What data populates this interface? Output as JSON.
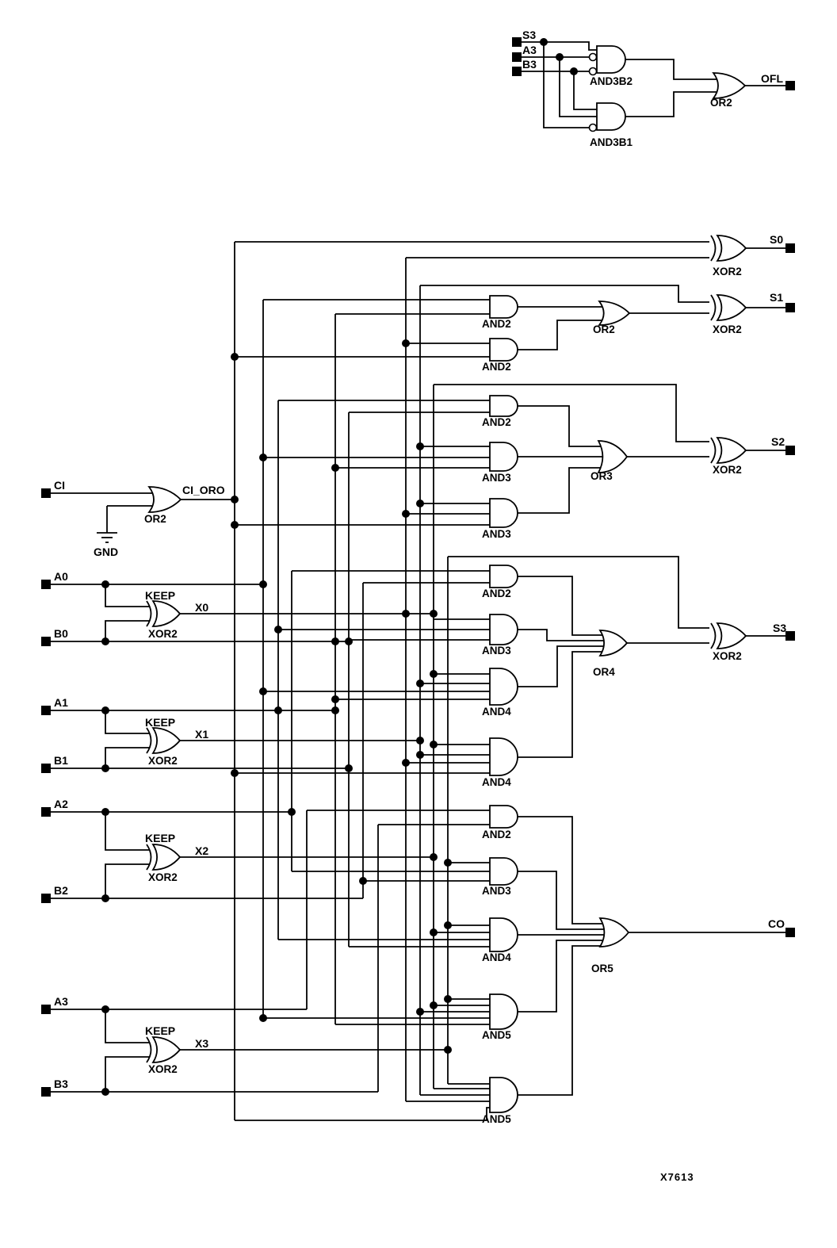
{
  "schematic": {
    "watermark": "X7613",
    "ink_color": "#000000",
    "background_color": "#ffffff",
    "pins": {
      "left_inputs": [
        {
          "id": "ci",
          "label": "CI"
        },
        {
          "id": "a0",
          "label": "A0"
        },
        {
          "id": "b0",
          "label": "B0"
        },
        {
          "id": "a1",
          "label": "A1"
        },
        {
          "id": "b1",
          "label": "B1"
        },
        {
          "id": "a2",
          "label": "A2"
        },
        {
          "id": "b2",
          "label": "B2"
        },
        {
          "id": "a3",
          "label": "A3"
        },
        {
          "id": "b3",
          "label": "B3"
        }
      ],
      "top_inputs": [
        {
          "id": "s3_in",
          "label": "S3"
        },
        {
          "id": "a3_in",
          "label": "A3"
        },
        {
          "id": "b3_in",
          "label": "B3"
        }
      ],
      "outputs": [
        {
          "id": "ofl",
          "label": "OFL"
        },
        {
          "id": "s0",
          "label": "S0"
        },
        {
          "id": "s1",
          "label": "S1"
        },
        {
          "id": "s2",
          "label": "S2"
        },
        {
          "id": "s3",
          "label": "S3"
        },
        {
          "id": "co",
          "label": "CO"
        }
      ]
    },
    "net_labels": [
      {
        "id": "ci_oro",
        "text": "CI_ORO"
      },
      {
        "id": "x0",
        "text": "X0"
      },
      {
        "id": "x1",
        "text": "X1"
      },
      {
        "id": "x2",
        "text": "X2"
      },
      {
        "id": "x3",
        "text": "X3"
      },
      {
        "id": "keep0",
        "text": "KEEP"
      },
      {
        "id": "keep1",
        "text": "KEEP"
      },
      {
        "id": "keep2",
        "text": "KEEP"
      },
      {
        "id": "keep3",
        "text": "KEEP"
      },
      {
        "id": "gnd",
        "text": "GND"
      }
    ],
    "gates": [
      {
        "id": "and3b2",
        "type": "and",
        "label": "AND3B2"
      },
      {
        "id": "and3b1",
        "type": "and",
        "label": "AND3B1"
      },
      {
        "id": "or2_ofl",
        "type": "or",
        "label": "OR2"
      },
      {
        "id": "or2_ci",
        "type": "or",
        "label": "OR2"
      },
      {
        "id": "xor2_k0",
        "type": "xor",
        "label": "XOR2"
      },
      {
        "id": "xor2_k1",
        "type": "xor",
        "label": "XOR2"
      },
      {
        "id": "xor2_k2",
        "type": "xor",
        "label": "XOR2"
      },
      {
        "id": "xor2_k3",
        "type": "xor",
        "label": "XOR2"
      },
      {
        "id": "xor2_s0",
        "type": "xor",
        "label": "XOR2"
      },
      {
        "id": "and2_s1a",
        "type": "and",
        "label": "AND2"
      },
      {
        "id": "and2_s1b",
        "type": "and",
        "label": "AND2"
      },
      {
        "id": "or2_s1",
        "type": "or",
        "label": "OR2"
      },
      {
        "id": "xor2_s1",
        "type": "xor",
        "label": "XOR2"
      },
      {
        "id": "and2_s2",
        "type": "and",
        "label": "AND2"
      },
      {
        "id": "and3_s2a",
        "type": "and",
        "label": "AND3"
      },
      {
        "id": "and3_s2b",
        "type": "and",
        "label": "AND3"
      },
      {
        "id": "or3_s2",
        "type": "or",
        "label": "OR3"
      },
      {
        "id": "xor2_s2",
        "type": "xor",
        "label": "XOR2"
      },
      {
        "id": "and2_s3",
        "type": "and",
        "label": "AND2"
      },
      {
        "id": "and3_s3",
        "type": "and",
        "label": "AND3"
      },
      {
        "id": "and4_s3a",
        "type": "and",
        "label": "AND4"
      },
      {
        "id": "and4_s3b",
        "type": "and",
        "label": "AND4"
      },
      {
        "id": "or4_s3",
        "type": "or",
        "label": "OR4"
      },
      {
        "id": "xor2_s3",
        "type": "xor",
        "label": "XOR2"
      },
      {
        "id": "and2_co",
        "type": "and",
        "label": "AND2"
      },
      {
        "id": "and3_co",
        "type": "and",
        "label": "AND3"
      },
      {
        "id": "and4_co",
        "type": "and",
        "label": "AND4"
      },
      {
        "id": "and5_co1",
        "type": "and",
        "label": "AND5"
      },
      {
        "id": "and5_co2",
        "type": "and",
        "label": "AND5"
      },
      {
        "id": "or5_co",
        "type": "or",
        "label": "OR5"
      }
    ]
  }
}
